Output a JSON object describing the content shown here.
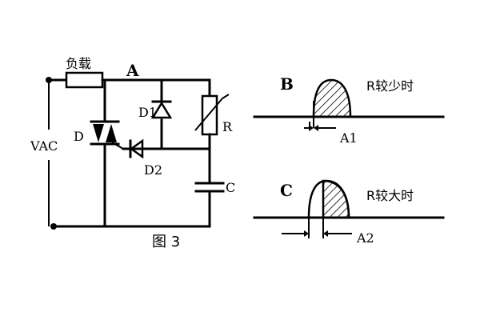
{
  "circuit": {
    "load_label": "负载",
    "node_a": "A",
    "vac": "VAC",
    "triac": "D",
    "diode1": "D1",
    "diode2": "D2",
    "resistor": "R",
    "capacitor": "C",
    "caption": "图 3"
  },
  "waveform_b": {
    "letter": "B",
    "condition": "R较少时",
    "angle": "A1"
  },
  "waveform_c": {
    "letter": "C",
    "condition": "R较大时",
    "angle": "A2"
  }
}
